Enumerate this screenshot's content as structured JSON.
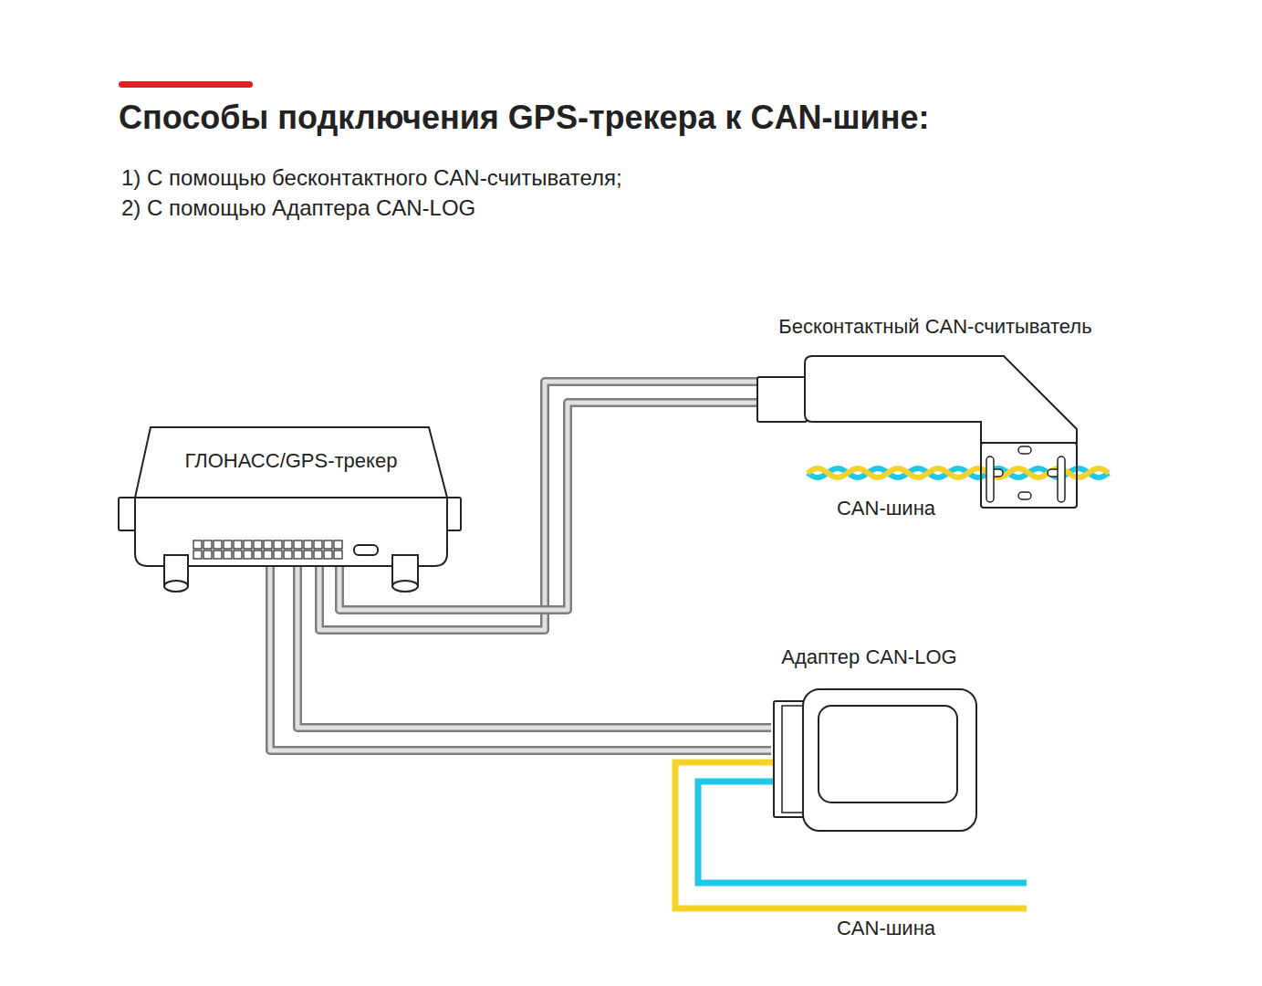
{
  "diagram": {
    "title": "Способы подключения GPS-трекера к CAN-шине:",
    "nodes": [
      {
        "text": [
          "ГЛОНАСС/GPS-трекер"
        ]
      },
      {
        "text": [
          "Бесконтактный CAN-считыватель"
        ]
      },
      {
        "text": [
          "Адаптер CAN-LOG"
        ]
      }
    ],
    "edges": [
      {
        "from": 0,
        "to": 1,
        "arrow": "none"
      },
      {
        "from": 0,
        "to": 2,
        "arrow": "none"
      }
    ],
    "labels": [
      "1) С помощью бесконтактного CAN-считывателя;",
      "2) С помощью Адаптера CAN-LOG",
      "CAN-шина",
      "CAN-шина"
    ]
  }
}
